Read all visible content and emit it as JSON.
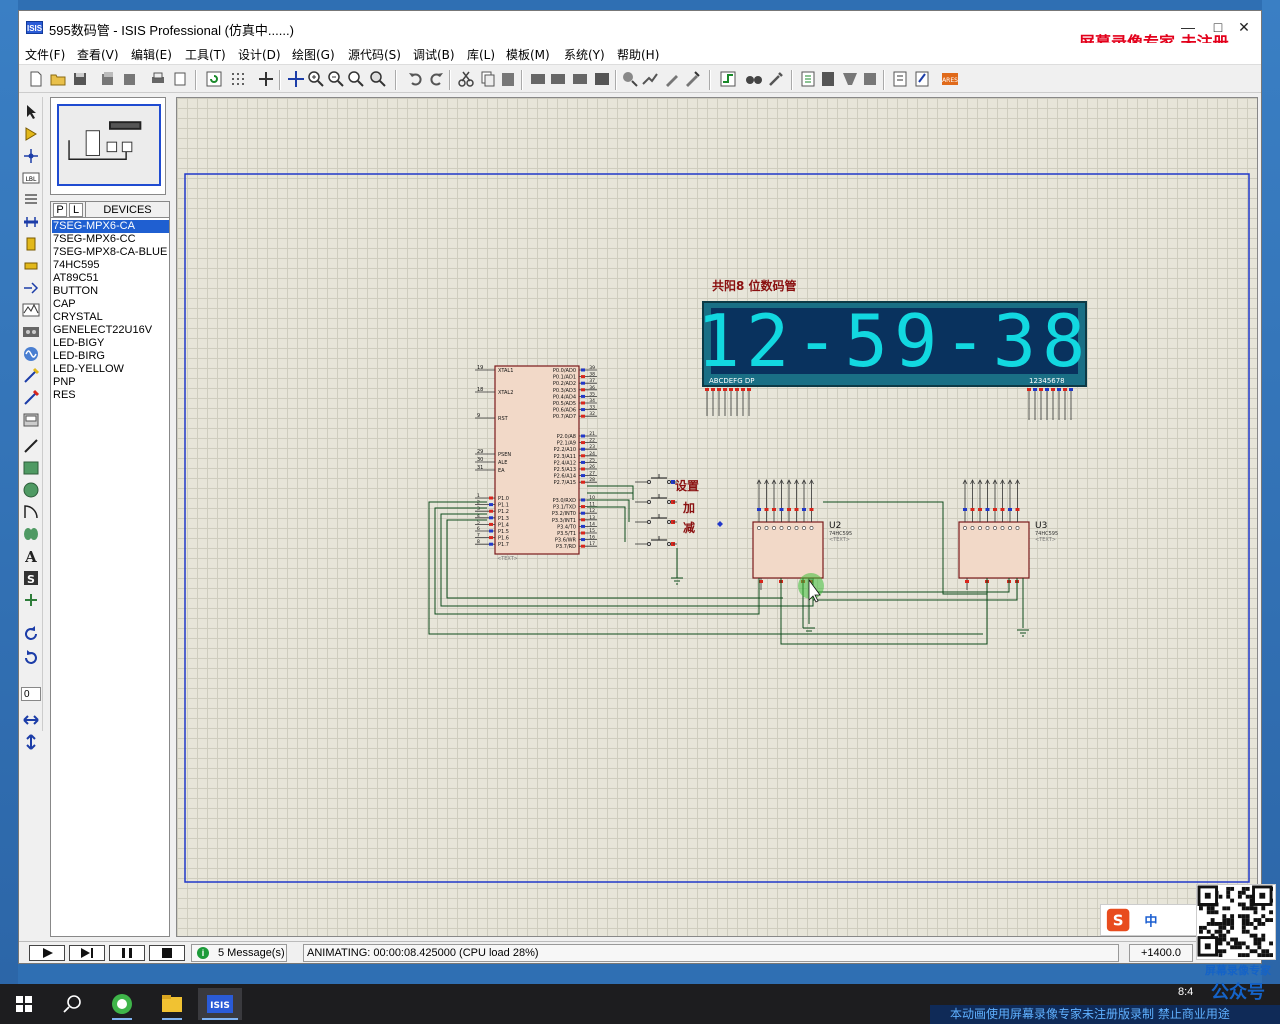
{
  "window": {
    "title": "595数码管 - ISIS Professional (仿真中......)"
  },
  "watermark": "屏幕录像专家  未注册",
  "menu": [
    "文件(F)",
    "查看(V)",
    "编辑(E)",
    "工具(T)",
    "设计(D)",
    "绘图(G)",
    "源代码(S)",
    "调试(B)",
    "库(L)",
    "模板(M)",
    "系统(Y)",
    "帮助(H)"
  ],
  "device_panel": {
    "tab_p": "P",
    "tab_l": "L",
    "title": "DEVICES",
    "items": [
      "7SEG-MPX6-CA",
      "7SEG-MPX6-CC",
      "7SEG-MPX8-CA-BLUE",
      "74HC595",
      "AT89C51",
      "BUTTON",
      "CAP",
      "CRYSTAL",
      "GENELECT22U16V",
      "LED-BIGY",
      "LED-BIRG",
      "LED-YELLOW",
      "PNP",
      "RES"
    ],
    "selected": "7SEG-MPX6-CA"
  },
  "left_tools": {
    "rotate_value": "0"
  },
  "schematic": {
    "display_label": "共阳8 位数码管",
    "display_value": "12-59-38",
    "display_seg_label": "ABCDEFG DP",
    "display_digit_label": "12345678",
    "buttons": [
      "设置",
      "加",
      "减"
    ],
    "u2_ref": "U2",
    "u3_ref": "U3",
    "ic_part": "74HC595",
    "text_placeholder": "<TEXT>",
    "mcu_left_pins": [
      "XTAL1",
      "XTAL2",
      "RST",
      "PSEN",
      "ALE",
      "EA"
    ],
    "mcu_left_pin_nums": [
      "19",
      "18",
      "9",
      "29",
      "30",
      "31"
    ],
    "mcu_p1_pins": [
      "P1.0",
      "P1.1",
      "P1.2",
      "P1.3",
      "P1.4",
      "P1.5",
      "P1.6",
      "P1.7"
    ],
    "mcu_p1_nums": [
      "1",
      "2",
      "3",
      "4",
      "5",
      "6",
      "7",
      "8"
    ],
    "mcu_p0_pins": [
      "P0.0/AD0",
      "P0.1/AD1",
      "P0.2/AD2",
      "P0.3/AD3",
      "P0.4/AD4",
      "P0.5/AD5",
      "P0.6/AD6",
      "P0.7/AD7"
    ],
    "mcu_p0_nums": [
      "39",
      "38",
      "37",
      "36",
      "35",
      "34",
      "33",
      "32"
    ],
    "mcu_p2_pins": [
      "P2.0/A8",
      "P2.1/A9",
      "P2.2/A10",
      "P2.3/A11",
      "P2.4/A12",
      "P2.5/A13",
      "P2.6/A14",
      "P2.7/A15"
    ],
    "mcu_p2_nums": [
      "21",
      "22",
      "23",
      "24",
      "25",
      "26",
      "27",
      "28"
    ],
    "mcu_p3_pins": [
      "P3.0/RXD",
      "P3.1/TXD",
      "P3.2/INT0",
      "P3.3/INT1",
      "P3.4/T0",
      "P3.5/T1",
      "P3.6/WR",
      "P3.7/RD"
    ],
    "mcu_p3_nums": [
      "10",
      "11",
      "12",
      "13",
      "14",
      "15",
      "16",
      "17"
    ]
  },
  "status": {
    "messages": "5 Message(s)",
    "animating": "ANIMATING: 00:00:08.425000 (CPU load 28%)",
    "coord": "+1400.0"
  },
  "taskbar": {
    "clock": "8:4"
  },
  "footer_note": "本动画使用屏幕录像专家未注册版录制  禁止商业用途",
  "qr_caption": {
    "line1": "屏幕录像专家",
    "line2": "公众号"
  },
  "colors": {
    "display_bg": "#1a6f85",
    "display_digit": "#12d8e0",
    "sheet_border": "#2138c9",
    "part_fill": "#f2d9c8",
    "wire": "#0c4a1a"
  }
}
